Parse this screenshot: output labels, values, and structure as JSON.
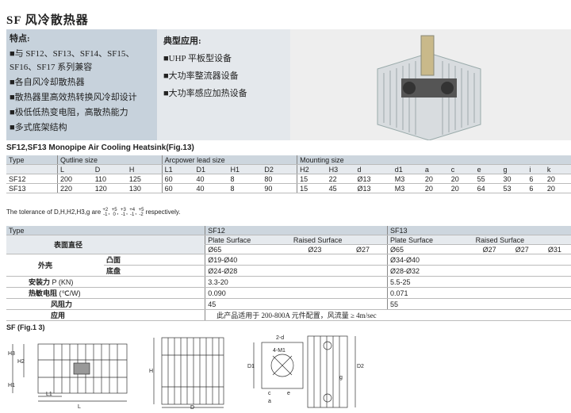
{
  "title": "SF 风冷散热器",
  "features": {
    "heading": "特点:",
    "items": [
      "■与 SF12、SF13、SF14、SF15、",
      "SF16、SF17 系列兼容",
      "■各自风冷却散热器",
      "■散热器里高效热转换风冷却设计",
      "■极低低热变电阻，高散热能力",
      "■多式底架结构"
    ]
  },
  "applications": {
    "heading": "典型应用:",
    "items": [
      "■UHP 平板型设备",
      "■大功率整流器设备",
      "■大功率感应加热设备"
    ]
  },
  "table1": {
    "title": "SF12,SF13 Monopipe Air Cooling Heatsink(Fig.13)",
    "group_headers": [
      "Type",
      "Qutline size",
      "Arcpower lead size",
      "Mounting size"
    ],
    "columns": [
      "L",
      "D",
      "H",
      "L1",
      "D1",
      "H1",
      "D2",
      "H2",
      "H3",
      "d",
      "d1",
      "a",
      "c",
      "e",
      "g",
      "i",
      "k"
    ],
    "rows": [
      {
        "type": "SF12",
        "cells": [
          "200",
          "110",
          "125",
          "60",
          "40",
          "8",
          "80",
          "15",
          "22",
          "Ø13",
          "M3",
          "20",
          "20",
          "55",
          "30",
          "6",
          "20"
        ]
      },
      {
        "type": "SF13",
        "cells": [
          "220",
          "120",
          "130",
          "60",
          "40",
          "8",
          "90",
          "15",
          "45",
          "Ø13",
          "M3",
          "20",
          "20",
          "64",
          "53",
          "6",
          "20"
        ]
      }
    ]
  },
  "tolerance": {
    "prefix": "The tolerance of D,H,H2,H3,g are",
    "suffix": "respectively.",
    "fractions": [
      [
        "+2",
        "-1"
      ],
      [
        "+5",
        "0"
      ],
      [
        "+3",
        "-1"
      ],
      [
        "+4",
        "-1"
      ],
      [
        "+5",
        "-2"
      ]
    ]
  },
  "table2": {
    "type_label": "Type",
    "sf12": "SF12",
    "sf13": "SF13",
    "plate": "Plate Surface",
    "raised": "Raised Surface",
    "mount_dia": "表面直径",
    "sf12_dias": [
      "Ø65",
      "Ø23",
      "Ø27"
    ],
    "sf13_dias": [
      "Ø65",
      "Ø27",
      "Ø27",
      "Ø31"
    ],
    "shell": "外壳",
    "convex": "凸面",
    "base": "底盘",
    "sf12_convex": "Ø19-Ø40",
    "sf12_base": "Ø24-Ø28",
    "sf13_convex": "Ø34-Ø40",
    "sf13_base": "Ø28-Ø32",
    "force_cn": "安装力",
    "force_unit": "P (KN)",
    "sf12_force": "3.3-20",
    "sf13_force": "5.5-25",
    "res_cn": "热敏电阻",
    "res_unit": "(℃/W)",
    "sf12_res": "0.090",
    "sf13_res": "0.071",
    "wind_cn": "风阻力",
    "sf12_wind": "45",
    "sf13_wind": "55",
    "app_cn": "应用",
    "app_text": "此产品适用于 200-800A 元件配置，风流量 ≥ 4m/sec"
  },
  "figure": {
    "label": "SF (Fig.1 3)",
    "dims": [
      "L",
      "L1",
      "H1",
      "H2",
      "H3",
      "H",
      "D",
      "D1",
      "D2",
      "c",
      "e",
      "a",
      "2-d",
      "4-M1",
      "g"
    ]
  }
}
